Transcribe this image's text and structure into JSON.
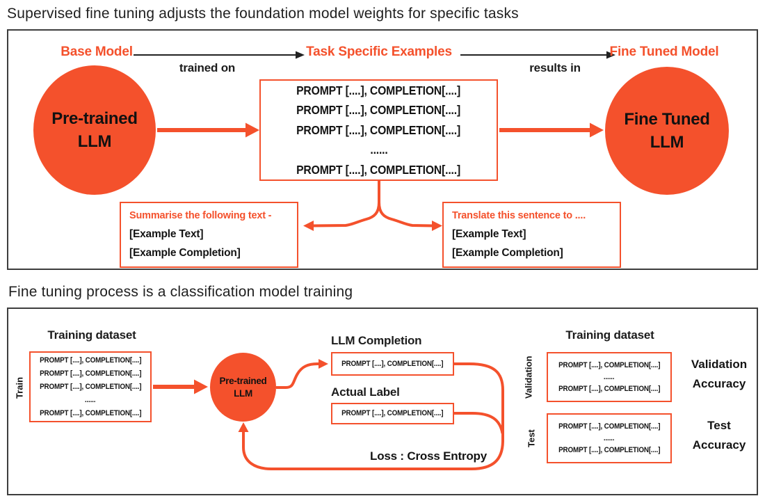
{
  "accent": "#F4512C",
  "ink": "#1c1c1c",
  "panel1": {
    "title": "Supervised fine tuning adjusts the foundation model weights for specific tasks",
    "labels": {
      "base_model": "Base Model",
      "trained_on": "trained on",
      "task_specific_examples": "Task Specific Examples",
      "results_in": "results in",
      "fine_tuned_model": "Fine Tuned Model"
    },
    "pretrained_llm": {
      "line1": "Pre-trained",
      "line2": "LLM"
    },
    "fine_tuned_llm": {
      "line1": "Fine Tuned",
      "line2": "LLM"
    },
    "examples_box": {
      "lines": [
        "PROMPT [....], COMPLETION[....]",
        "PROMPT [....], COMPLETION[....]",
        "PROMPT [....], COMPLETION[....]",
        "......",
        "PROMPT [....], COMPLETION[....]"
      ]
    },
    "summarise_box": {
      "title": "Summarise the following text -",
      "lines": [
        "[Example Text]",
        "[Example Completion]"
      ]
    },
    "translate_box": {
      "title": "Translate this sentence to ....",
      "lines": [
        "[Example Text]",
        "[Example Completion]"
      ]
    }
  },
  "panel2": {
    "title": "Fine tuning process is a classification model training",
    "train": {
      "heading": "Training dataset",
      "side_label": "Train",
      "lines": [
        "PROMPT [....], COMPLETION[....]",
        "PROMPT [....], COMPLETION[....]",
        "PROMPT [....], COMPLETION[....]",
        "......",
        "PROMPT [....], COMPLETION[....]"
      ]
    },
    "pretrained_llm": {
      "line1": "Pre-trained",
      "line2": "LLM"
    },
    "llm_completion": {
      "heading": "LLM Completion",
      "line": "PROMPT [....], COMPLETION[....]"
    },
    "actual_label": {
      "heading": "Actual Label",
      "line": "PROMPT [....], COMPLETION[....]"
    },
    "loss_label": "Loss : Cross Entropy",
    "evaluation": {
      "heading": "Training dataset",
      "validation": {
        "side_label": "Validation",
        "lines": [
          "PROMPT [....], COMPLETION[....]",
          "......",
          "PROMPT [....], COMPLETION[....]"
        ],
        "accuracy_line1": "Validation",
        "accuracy_line2": "Accuracy"
      },
      "test": {
        "side_label": "Test",
        "lines": [
          "PROMPT [....], COMPLETION[....]",
          "......",
          "PROMPT [....], COMPLETION[....]"
        ],
        "accuracy_line1": "Test",
        "accuracy_line2": "Accuracy"
      }
    }
  }
}
